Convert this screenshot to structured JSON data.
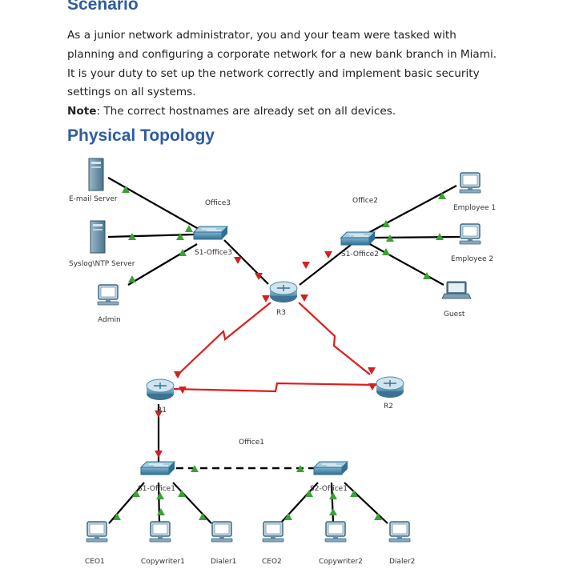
{
  "scenario": {
    "heading": "Scenario",
    "text": "As a junior network administrator, you and your team were tasked with planning and configuring a corporate network for a new bank branch in Miami. It is your duty to set up the network correctly and implement basic security settings on all systems.",
    "note_label": "Note",
    "note_text": ": The correct hostnames are already set on all devices."
  },
  "topology": {
    "heading": "Physical Topology",
    "areas": {
      "office3": "Office3",
      "office2": "Office2",
      "office1": "Office1"
    },
    "devices": {
      "email_server": "E-mail Server",
      "syslog_server": "Syslog\\NTP Server",
      "admin": "Admin",
      "s1_office3": "S1-Office3",
      "s1_office2": "S1-Office2",
      "employee1": "Employee 1",
      "employee2": "Employee 2",
      "guest": "Guest",
      "r3": "R3",
      "r1": "R1",
      "r2": "R2",
      "s1_office1": "S1-Office1",
      "s2_office1": "S2-Office1",
      "ceo1": "CEO1",
      "copywriter1": "Copywriter1",
      "dialer1": "Dialer1",
      "ceo2": "CEO2",
      "copywriter2": "Copywriter2",
      "dialer2": "Dialer2"
    },
    "colors": {
      "heading": "#2e5c9e",
      "link_up": "#3aa335",
      "link_down": "#d42020",
      "serial": "#e01b1b",
      "device": "#4a90b8"
    }
  }
}
